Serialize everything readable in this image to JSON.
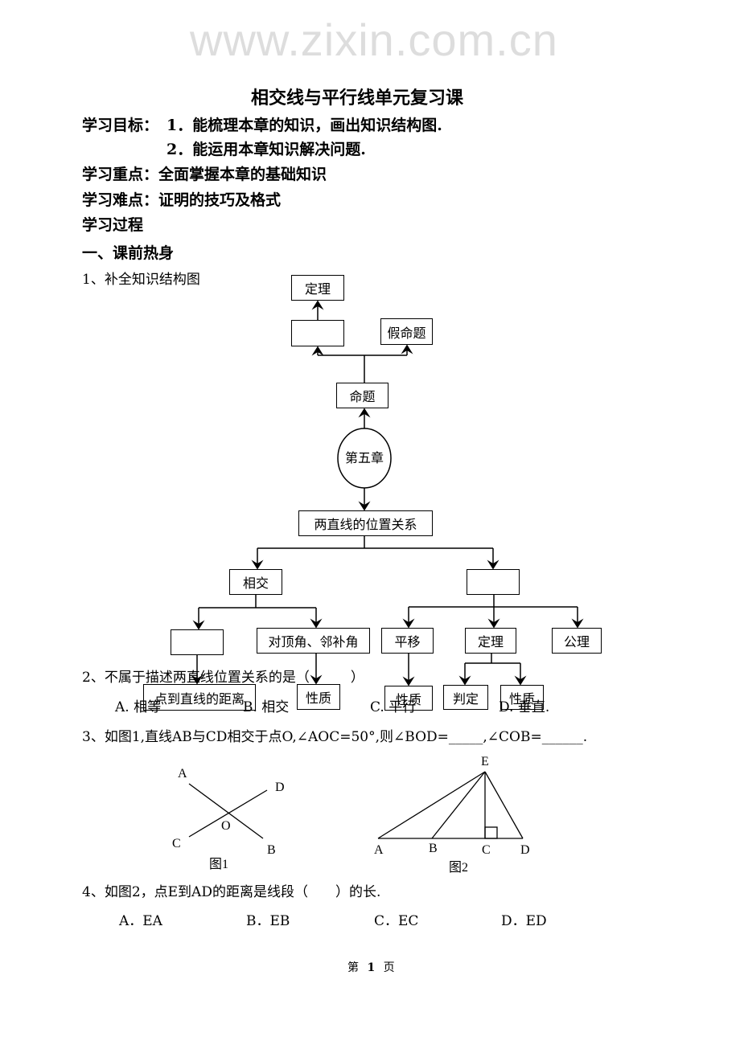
{
  "title": "相交线与平行线单元复习课",
  "goals_label": "学习目标：",
  "goals": [
    "1．能梳理本章的知识，画出知识结构图.",
    "2．能运用本章知识解决问题."
  ],
  "key_point": "学习重点：全面掌握本章的基础知识",
  "difficulty": "学习难点：证明的技巧及格式",
  "process": "学习过程",
  "section1": "一、课前热身",
  "q1": "1、补全知识结构图",
  "diagram": {
    "theorem_top": "定理",
    "blank1": "",
    "false_prop": "假命题",
    "proposition": "命题",
    "chapter": "第五章",
    "relation": "两直线的位置关系",
    "intersect": "相交",
    "blank2": "",
    "blank3": "",
    "vertical_adj": "对顶角、邻补角",
    "translation": "平移",
    "theorem": "定理",
    "axiom": "公理",
    "distance": "点到直线的距离",
    "property1": "性质",
    "property2": "性质",
    "judge": "判定",
    "property3": "性质"
  },
  "watermark": "www.zixin.com.cn",
  "q2": {
    "stem": "2、不属于描述两直线位置关系的是（　　　）",
    "options": [
      "A. 相等",
      "B. 相交",
      "C. 平行",
      "D. 垂直."
    ]
  },
  "q3": {
    "stem": "3、如图1,直线AB与CD相交于点O,∠AOC=50°,则∠BOD=_____,∠COB=______."
  },
  "fig1": {
    "labels": {
      "A": "A",
      "B": "B",
      "C": "C",
      "D": "D",
      "O": "O"
    },
    "caption": "图1"
  },
  "fig2": {
    "labels": {
      "A": "A",
      "B": "B",
      "C": "C",
      "D": "D",
      "E": "E"
    },
    "caption": "图2"
  },
  "q4": {
    "stem": "4、如图2，点E到AD的距离是线段（　　）的长.",
    "options": [
      "A．EA",
      "B．EB",
      "C．EC",
      "D．ED"
    ]
  },
  "footer": {
    "prefix": "第",
    "page": "1",
    "suffix": "页"
  }
}
